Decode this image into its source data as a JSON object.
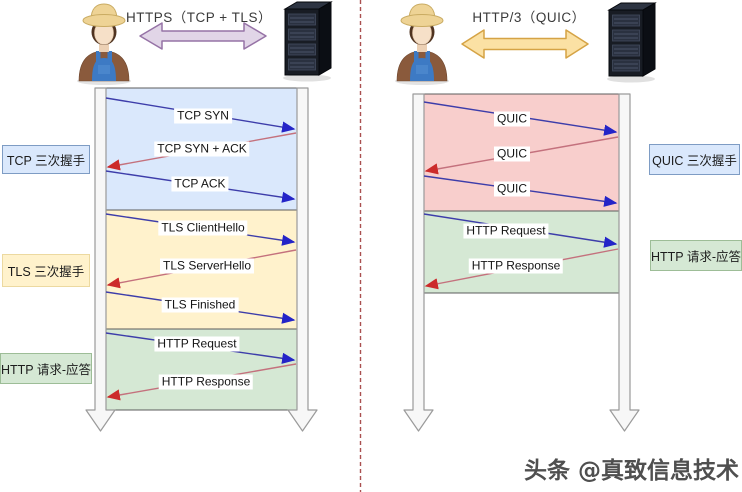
{
  "watermark": {
    "text": "头条 @真致信息技术"
  },
  "colors": {
    "tcp_region": "#dae8fc",
    "tls_region": "#fff2cc",
    "http_region": "#d5e8d4",
    "quic_region": "#f8cecc",
    "request_arrow_blue": "#3d3daa",
    "response_arrow_red": "#c4717d",
    "https_link_arrow_fill": "#e1d5e7",
    "https_link_arrow_stroke": "#9673a6",
    "quic_link_arrow_fill": "#fbe1a4",
    "quic_link_arrow_stroke": "#d5a345",
    "divider": "#aa5050"
  },
  "left_panel": {
    "title": "HTTPS（TCP + TLS）",
    "icons": {
      "client": "farmer-user-icon",
      "server": "server-rack-icon",
      "link": "double-headed-arrow-icon"
    },
    "phase_labels": {
      "tcp": "TCP 三次握手",
      "tls": "TLS 三次握手",
      "http": "HTTP 请求-应答"
    },
    "messages": [
      {
        "text": "TCP SYN",
        "direction": "client-to-server",
        "phase": "tcp"
      },
      {
        "text": "TCP SYN + ACK",
        "direction": "server-to-client",
        "phase": "tcp"
      },
      {
        "text": "TCP ACK",
        "direction": "client-to-server",
        "phase": "tcp"
      },
      {
        "text": "TLS ClientHello",
        "direction": "client-to-server",
        "phase": "tls"
      },
      {
        "text": "TLS ServerHello",
        "direction": "server-to-client",
        "phase": "tls"
      },
      {
        "text": "TLS Finished",
        "direction": "client-to-server",
        "phase": "tls"
      },
      {
        "text": "HTTP Request",
        "direction": "client-to-server",
        "phase": "http"
      },
      {
        "text": "HTTP Response",
        "direction": "server-to-client",
        "phase": "http"
      }
    ]
  },
  "right_panel": {
    "title": "HTTP/3（QUIC）",
    "icons": {
      "client": "farmer-user-icon",
      "server": "server-rack-icon",
      "link": "double-headed-arrow-icon"
    },
    "phase_labels": {
      "quic": "QUIC 三次握手",
      "http": "HTTP 请求-应答"
    },
    "messages": [
      {
        "text": "QUIC",
        "direction": "client-to-server",
        "phase": "quic"
      },
      {
        "text": "QUIC",
        "direction": "server-to-client",
        "phase": "quic"
      },
      {
        "text": "QUIC",
        "direction": "client-to-server",
        "phase": "quic"
      },
      {
        "text": "HTTP Request",
        "direction": "client-to-server",
        "phase": "http"
      },
      {
        "text": "HTTP Response",
        "direction": "server-to-client",
        "phase": "http"
      }
    ]
  }
}
